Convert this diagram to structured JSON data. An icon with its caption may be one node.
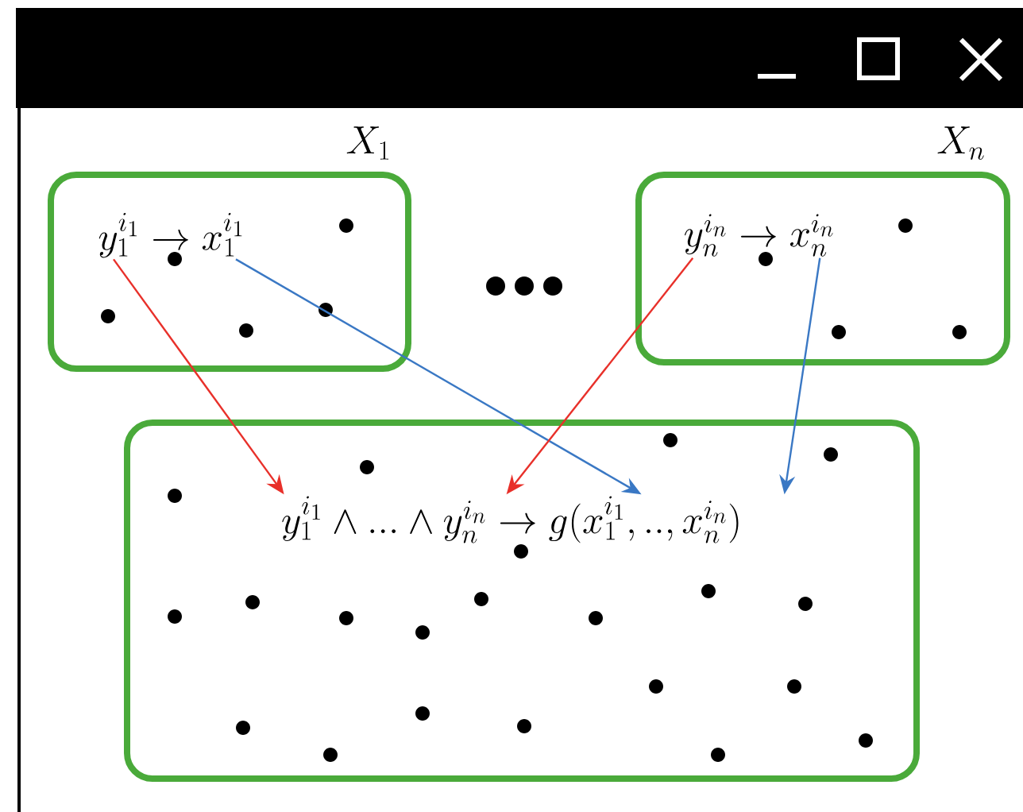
{
  "diagram": {
    "nodes": [
      {
        "text": [
          "X_1"
        ]
      },
      {
        "text": [
          "y_1^{i_1} \\rightarrow x_1^{i_1}"
        ],
        "in": 0
      },
      {
        "text": [
          "X_n"
        ]
      },
      {
        "text": [
          "y_n^{i_n} \\rightarrow x_n^{i_n}"
        ],
        "in": 2
      },
      {
        "text": [],
        "shape": "box"
      },
      {
        "text": [
          "y_1^{i_1} \\wedge ... \\wedge y_n^{i_n} \\rightarrow g(x_1^{i_1}, .., x_n^{i_n})"
        ],
        "in": 4
      }
    ],
    "edges": [
      {
        "from": 1,
        "to": 5,
        "arrow": "to",
        "color": "#e8302a"
      },
      {
        "from": 1,
        "to": 5,
        "arrow": "to",
        "color": "#3a78c4"
      },
      {
        "from": 3,
        "to": 5,
        "arrow": "to",
        "color": "#e8302a"
      },
      {
        "from": 3,
        "to": 5,
        "arrow": "to",
        "color": "#3a78c4"
      }
    ]
  }
}
